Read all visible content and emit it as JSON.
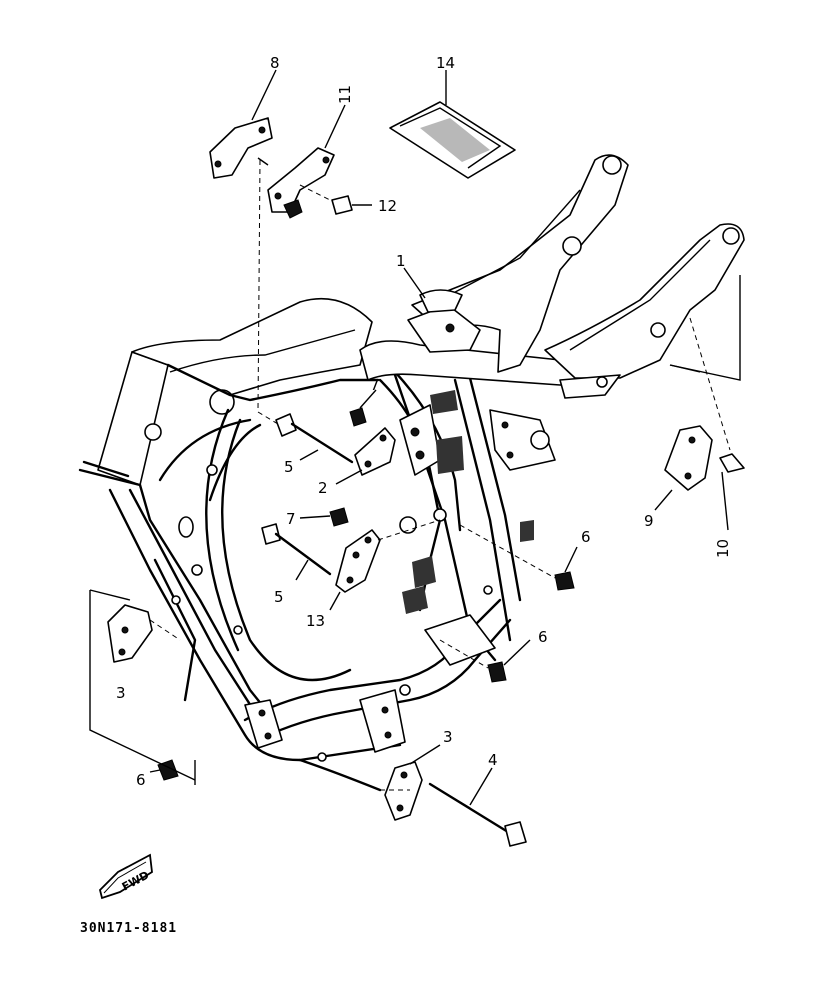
{
  "callouts": {
    "c1": "1",
    "c2": "2",
    "c3a": "3",
    "c3b": "3",
    "c4": "4",
    "c5a": "5",
    "c5b": "5",
    "c6a": "6",
    "c6b": "6",
    "c6c": "6",
    "c7a": "7",
    "c7b": "7",
    "c8": "8",
    "c9": "9",
    "c10": "10",
    "c11": "11",
    "c12": "12",
    "c13": "13",
    "c14": "14"
  },
  "fwd_label": "FWD",
  "diagram_code": "30N171-8181"
}
